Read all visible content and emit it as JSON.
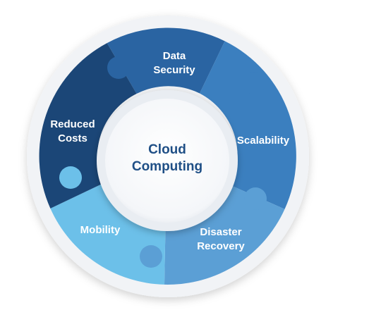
{
  "center": {
    "line1": "Cloud",
    "line2": "Computing"
  },
  "segments": [
    {
      "id": "data-security",
      "line1": "Data",
      "line2": "Security",
      "color": "#2a64a2"
    },
    {
      "id": "scalability",
      "line1": "Scalability",
      "line2": "",
      "color": "#3b7fbf"
    },
    {
      "id": "disaster-recovery",
      "line1": "Disaster",
      "line2": "Recovery",
      "color": "#5b9fd5"
    },
    {
      "id": "mobility",
      "line1": "Mobility",
      "line2": "",
      "color": "#6cc0e9"
    },
    {
      "id": "reduced-costs",
      "line1": "Reduced",
      "line2": "Costs",
      "color": "#1b4677"
    }
  ],
  "colors": {
    "outer_ring": "#f1f3f6",
    "center_fill": "#ffffff",
    "center_text": "#1f4f86"
  }
}
